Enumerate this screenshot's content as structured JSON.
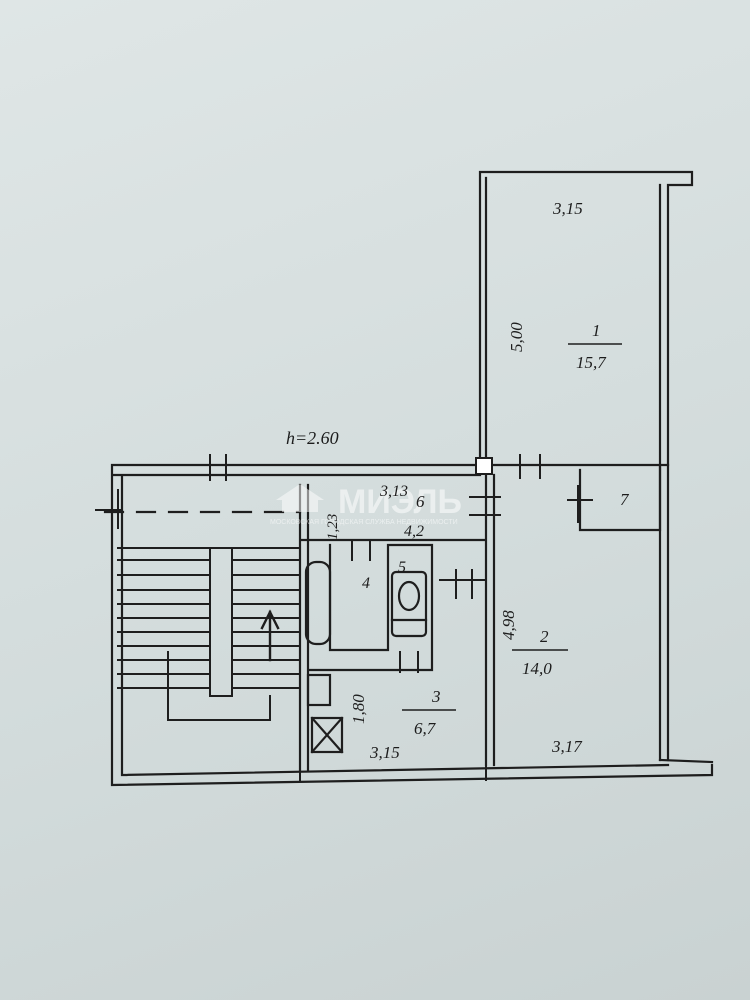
{
  "ceiling_height": "h=2.60",
  "rooms": [
    {
      "number": "1",
      "area": "15,7"
    },
    {
      "number": "2",
      "area": "14,0"
    },
    {
      "number": "3",
      "area": "6,7"
    },
    {
      "number": "4",
      "area": ""
    },
    {
      "number": "5",
      "area": "4,2"
    },
    {
      "number": "6",
      "area": ""
    },
    {
      "number": "7",
      "area": ""
    }
  ],
  "dimensions": {
    "room1_width": "3,15",
    "room1_length": "5,00",
    "room2_length": "4,98",
    "room2_width": "3,17",
    "room3_width": "3,15",
    "room3_length": "1,80",
    "corridor_width": "3,13",
    "small_dim": "1,23"
  },
  "watermark": {
    "brand": "МИЭЛЬ",
    "tagline": "МОСКОВСКАЯ ГОРОДСКАЯ СЛУЖБА НЕДВИЖИМОСТИ"
  }
}
